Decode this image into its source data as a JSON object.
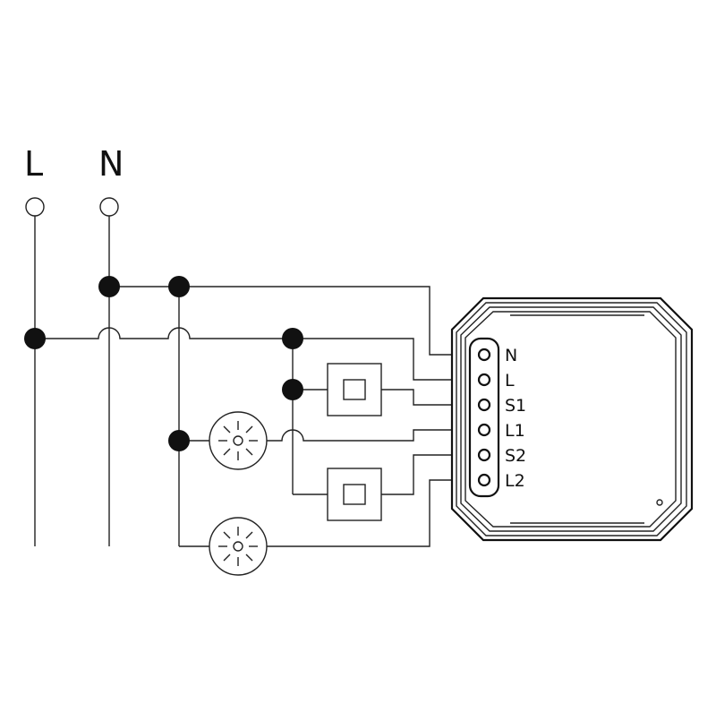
{
  "supply": {
    "line_label": "L",
    "neutral_label": "N"
  },
  "module": {
    "terminals": [
      "N",
      "L",
      "S1",
      "L1",
      "S2",
      "L2"
    ]
  },
  "components": {
    "switches": [
      "switch-1",
      "switch-2"
    ],
    "lamps": [
      "lamp-1",
      "lamp-2"
    ]
  }
}
